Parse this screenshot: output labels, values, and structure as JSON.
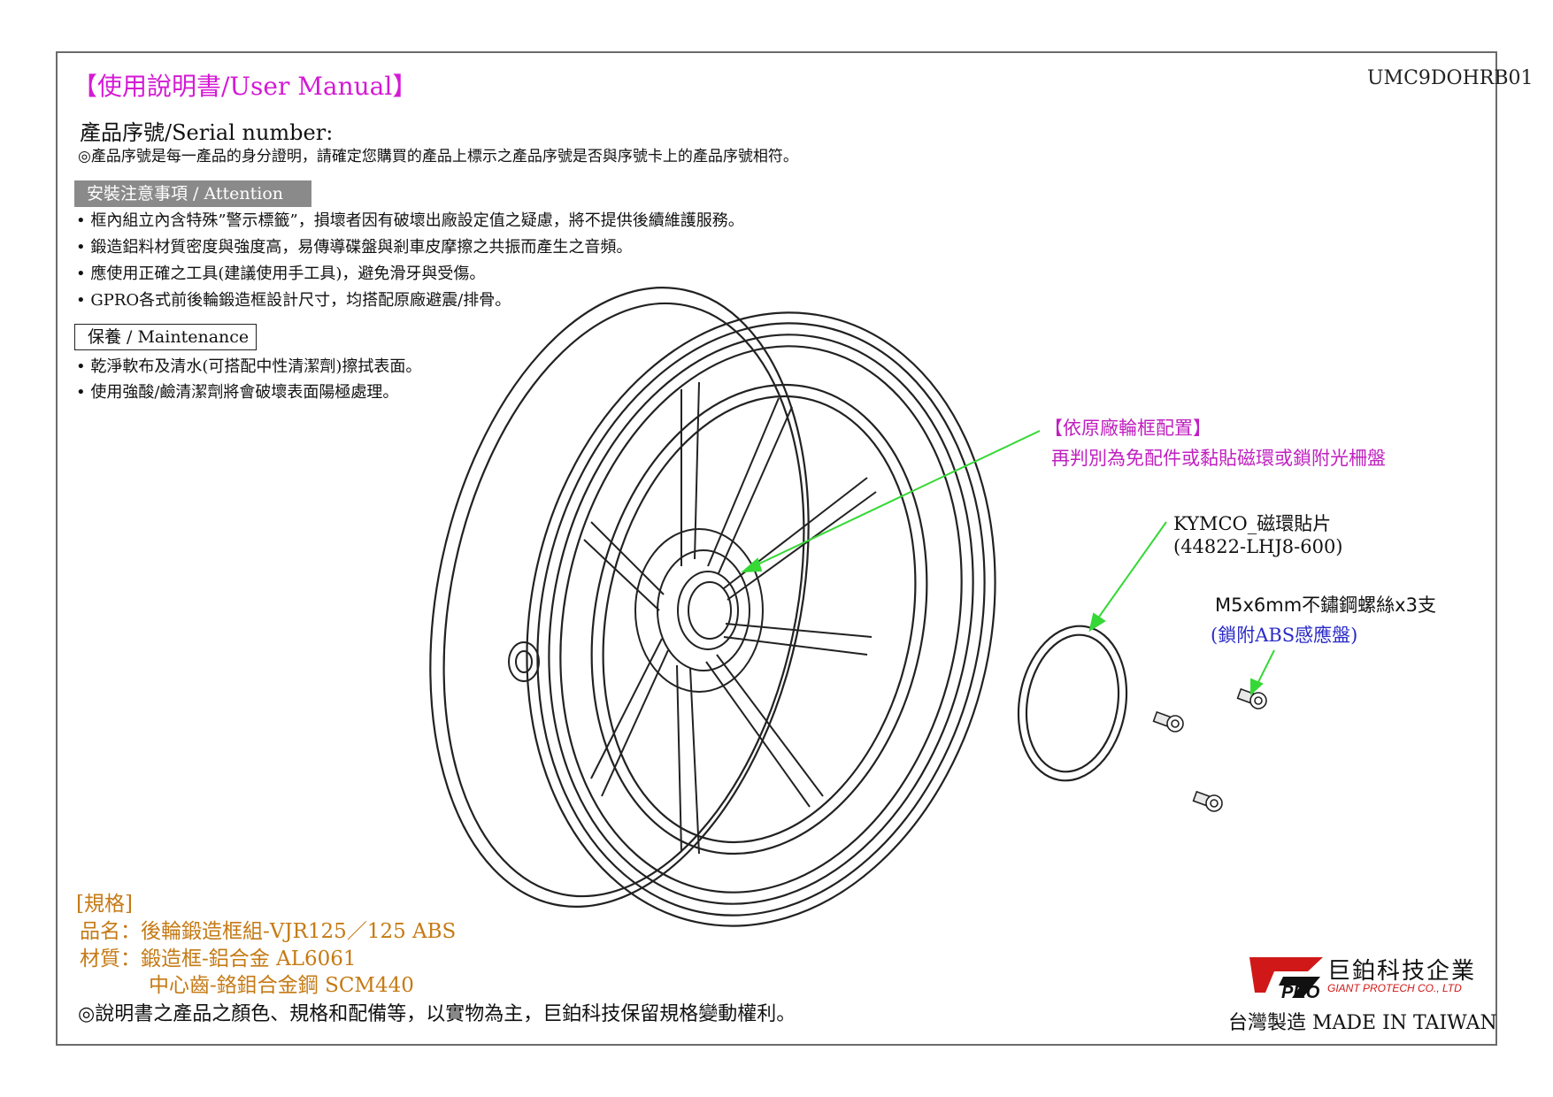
{
  "header": {
    "title": "【使用說明書/User Manual】",
    "doc_code": "UMC9DOHRB01"
  },
  "serial": {
    "label": "產品序號/Serial number:",
    "note": "◎產品序號是每一產品的身分證明，請確定您購買的產品上標示之產品序號是否與序號卡上的產品序號相符。"
  },
  "attention": {
    "heading": "安裝注意事項 / Attention",
    "items": [
      "• 框內組立內含特殊”警示標籤”，損壞者因有破壞出廠設定值之疑慮，將不提供後續維護服務。",
      "• 鍛造鋁料材質密度與強度高，易傳導碟盤與剎車皮摩擦之共振而產生之音頻。",
      "• 應使用正確之工具(建議使用手工具)，避免滑牙與受傷。",
      "• GPRO各式前後輪鍛造框設計尺寸，均搭配原廠避震/排骨。"
    ]
  },
  "maintenance": {
    "heading": "保養 / Maintenance",
    "items": [
      "• 乾淨軟布及清水(可搭配中性清潔劑)擦拭表面。",
      "• 使用強酸/鹼清潔劑將會破壞表面陽極處理。"
    ]
  },
  "callouts": {
    "factory_line1": "【依原廠輪框配置】",
    "factory_line2": "再判別為免配件或黏貼磁環或鎖附光柵盤",
    "kymco_line1": "KYMCO_磁環貼片",
    "kymco_line2": "(44822-LHJ8-600)",
    "screw_line1": "M5x6mm不鏽鋼螺絲x3支",
    "screw_line2": "(鎖附ABS感應盤)"
  },
  "specs": {
    "heading": "[規格]",
    "product": "品名：後輪鍛造框組-VJR125／125 ABS",
    "material1": "材質：鍛造框-鋁合金 AL6061",
    "material2": "中心齒-鉻鉬合金鋼 SCM440"
  },
  "footer": {
    "note": "◎說明書之產品之顏色、規格和配備等，以實物為主，巨鉑科技保留規格變動權利。",
    "company_cn": "巨鉑科技企業",
    "company_en": "GIANT PROTECH CO., LTD",
    "made_in": "台灣製造 MADE IN TAIWAN",
    "logo_text": "PRO"
  },
  "colors": {
    "title": "#d41ad4",
    "spec": "#c57a14",
    "callout": "#c020c0",
    "arrow": "#35d835",
    "brand_red": "#d01818"
  }
}
